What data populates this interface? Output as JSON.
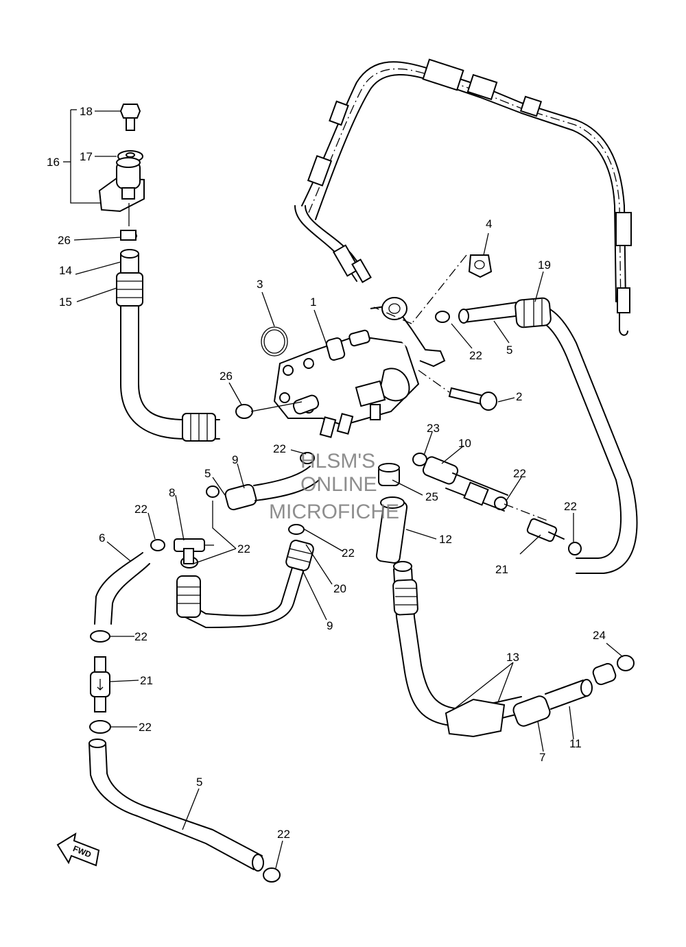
{
  "callouts": [
    {
      "id": "18",
      "text": "18"
    },
    {
      "id": "17",
      "text": "17"
    },
    {
      "id": "16",
      "text": "16"
    },
    {
      "id": "26a",
      "text": "26"
    },
    {
      "id": "14",
      "text": "14"
    },
    {
      "id": "15",
      "text": "15"
    },
    {
      "id": "3",
      "text": "3"
    },
    {
      "id": "1",
      "text": "1"
    },
    {
      "id": "4",
      "text": "4"
    },
    {
      "id": "19",
      "text": "19"
    },
    {
      "id": "22a",
      "text": "22"
    },
    {
      "id": "5a",
      "text": "5"
    },
    {
      "id": "2",
      "text": "2"
    },
    {
      "id": "26b",
      "text": "26"
    },
    {
      "id": "22b",
      "text": "22"
    },
    {
      "id": "23",
      "text": "23"
    },
    {
      "id": "10",
      "text": "10"
    },
    {
      "id": "9a",
      "text": "9"
    },
    {
      "id": "5b",
      "text": "5"
    },
    {
      "id": "8",
      "text": "8"
    },
    {
      "id": "22c",
      "text": "22"
    },
    {
      "id": "25",
      "text": "25"
    },
    {
      "id": "22d",
      "text": "22"
    },
    {
      "id": "22e",
      "text": "22"
    },
    {
      "id": "6",
      "text": "6"
    },
    {
      "id": "22f",
      "text": "22"
    },
    {
      "id": "12",
      "text": "12"
    },
    {
      "id": "22g",
      "text": "22"
    },
    {
      "id": "22h",
      "text": "22"
    },
    {
      "id": "20",
      "text": "20"
    },
    {
      "id": "21a",
      "text": "21"
    },
    {
      "id": "9b",
      "text": "9"
    },
    {
      "id": "22i",
      "text": "22"
    },
    {
      "id": "24",
      "text": "24"
    },
    {
      "id": "13",
      "text": "13"
    },
    {
      "id": "21b",
      "text": "21"
    },
    {
      "id": "22j",
      "text": "22"
    },
    {
      "id": "11",
      "text": "11"
    },
    {
      "id": "7",
      "text": "7"
    },
    {
      "id": "5c",
      "text": "5"
    },
    {
      "id": "22k",
      "text": "22"
    }
  ],
  "watermark": [
    "HLSM'S",
    "ONLINE",
    "MICROFICHE"
  ],
  "fwd_label": "FWD"
}
